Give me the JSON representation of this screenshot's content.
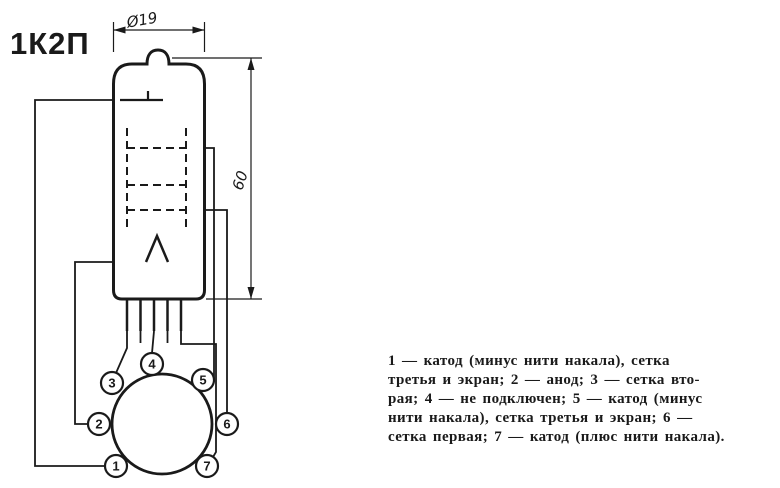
{
  "tube": {
    "name": "1К2П",
    "diameter_label": "Ø19",
    "height_label": "60",
    "pins": [
      "1",
      "2",
      "3",
      "4",
      "5",
      "6",
      "7"
    ]
  },
  "legend": {
    "text": "1 — катод (минус нити накала), сетка\nтретья и экран; 2 — анод; 3 — сетка вто-\nрая; 4 — не подключен; 5 — катод (минус\nнити накала), сетка третья и экран; 6 —\nсетка первая; 7 — катод (плюс нити накала)."
  },
  "colors": {
    "ink": "#1a1a1a",
    "paper": "#ffffff"
  }
}
